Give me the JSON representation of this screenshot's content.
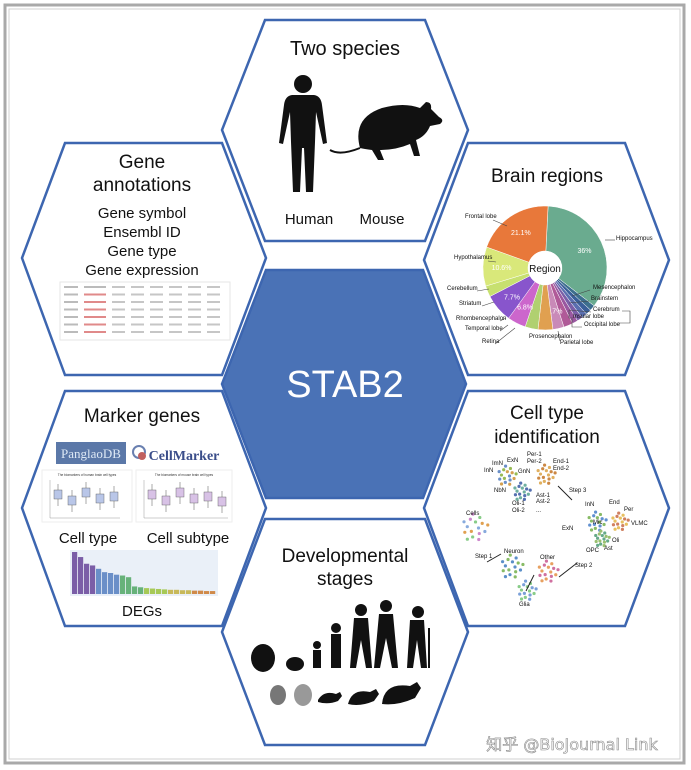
{
  "center": {
    "label": "STAB2"
  },
  "two_species": {
    "title": "Two species",
    "human": "Human",
    "mouse": "Mouse"
  },
  "brain_regions": {
    "title": "Brain regions",
    "center_label": "Region",
    "slices": [
      {
        "name": "Hippocampus",
        "pct": "36%",
        "value": 36,
        "color": "#6aab8f"
      },
      {
        "name": "Mesencephalon",
        "pct": "",
        "value": 1.5,
        "color": "#3d6f8e"
      },
      {
        "name": "Brainstem",
        "pct": "",
        "value": 1.5,
        "color": "#3a5f99"
      },
      {
        "name": "Cerebrum",
        "pct": "",
        "value": 1.5,
        "color": "#5b6fb0"
      },
      {
        "name": "Insular lobe",
        "pct": "",
        "value": 1.5,
        "color": "#7a5fa8"
      },
      {
        "name": "Occipital lobe",
        "pct": "",
        "value": 1.5,
        "color": "#9a58a0"
      },
      {
        "name": "Parietal lobe",
        "pct": "",
        "value": 2.5,
        "color": "#b05a98"
      },
      {
        "name": "Prosencephalon",
        "pct": "2.7%",
        "value": 3,
        "color": "#c98ab8"
      },
      {
        "name": "Retina",
        "pct": "",
        "value": 4,
        "color": "#e0a050"
      },
      {
        "name": "Temporal lobe",
        "pct": "",
        "value": 3.5,
        "color": "#b0d070"
      },
      {
        "name": "Rhombencephalon",
        "pct": "6.8%",
        "value": 5,
        "color": "#cc66cc"
      },
      {
        "name": "Striatum",
        "pct": "7.7%",
        "value": 7.7,
        "color": "#8855cc"
      },
      {
        "name": "Cerebellum",
        "pct": "",
        "value": 3,
        "color": "#c7e070"
      },
      {
        "name": "Hypothalamus",
        "pct": "10.6%",
        "value": 10.6,
        "color": "#d9e87a"
      },
      {
        "name": "Frontal lobe",
        "pct": "21.1%",
        "value": 21.1,
        "color": "#e8783a"
      }
    ]
  },
  "gene_annotations": {
    "title_line1": "Gene",
    "title_line2": "annotations",
    "items": [
      "Gene symbol",
      "Ensembl ID",
      "Gene type",
      "Gene expression"
    ]
  },
  "marker_genes": {
    "title": "Marker genes",
    "db1": "PanglaoDB",
    "db2": "CellMarker",
    "plot1_title": "The biomarkers of human brain cell types",
    "plot2_title": "The biomarkers of mouse brain cell types",
    "cell_type": "Cell type",
    "cell_subtype": "Cell subtype",
    "degs": "DEGs",
    "deg_bars": [
      100,
      88,
      72,
      68,
      60,
      52,
      50,
      46,
      44,
      40,
      18,
      16,
      14,
      13,
      12,
      11,
      10,
      10,
      9,
      9,
      8,
      8,
      7,
      7
    ]
  },
  "cell_type_identification": {
    "title_line1": "Cell type",
    "title_line2": "identification",
    "labels": {
      "cells": "Cells",
      "neuron": "Neuron",
      "glia": "Glia",
      "other": "Other",
      "step1": "Step 1",
      "step2": "Step 2",
      "step3": "Step 3",
      "imn": "ImN",
      "inn": "InN",
      "exn": "ExN",
      "gnn": "GnN",
      "nbn": "NbN",
      "oli12": "Oli-1\nOli-2",
      "per12": "Per-1\nPer-2",
      "end12": "End-1\nEnd-2",
      "ast12": "Ast-1\nAst-2",
      "inn2": "InN",
      "exn2": "ExN",
      "mic": "Mic",
      "end": "End",
      "per": "Per",
      "vlmc": "VLMC",
      "oli": "Oli",
      "opc": "OPC",
      "ast": "Ast",
      "dots": "..."
    }
  },
  "developmental_stages": {
    "title_line1": "Developmental",
    "title_line2": "stages"
  },
  "watermark": "知乎 @BioJournal Link",
  "colors": {
    "center_fill": "#4a72b6",
    "hex_border": "#3d66b0",
    "frame": "#9a9a9a"
  }
}
